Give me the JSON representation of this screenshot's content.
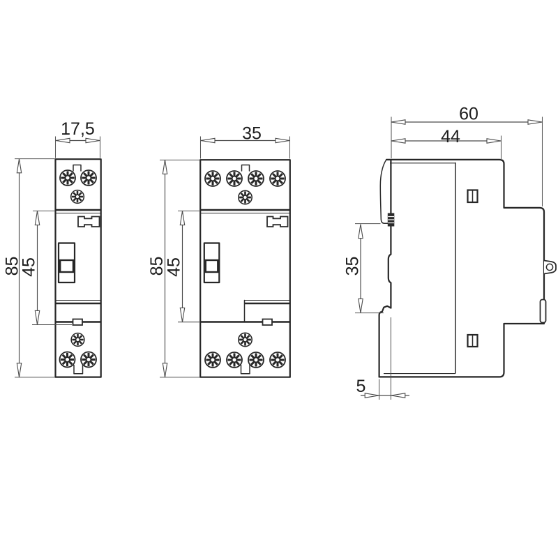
{
  "colors": {
    "background": "#ffffff",
    "outline": "#262626",
    "dimension": "#4a4a4a"
  },
  "views": {
    "front_single_module": {
      "width_mm": "17,5",
      "overall_height_mm": "85",
      "upper_section_height_mm": "45"
    },
    "front_multi_module": {
      "width_mm": "35",
      "overall_height_mm": "85",
      "upper_section_height_mm": "45"
    },
    "side": {
      "overall_depth_mm": "60",
      "upper_depth_mm": "44",
      "din_section_height_mm": "35",
      "front_step_depth_mm": "5"
    }
  }
}
